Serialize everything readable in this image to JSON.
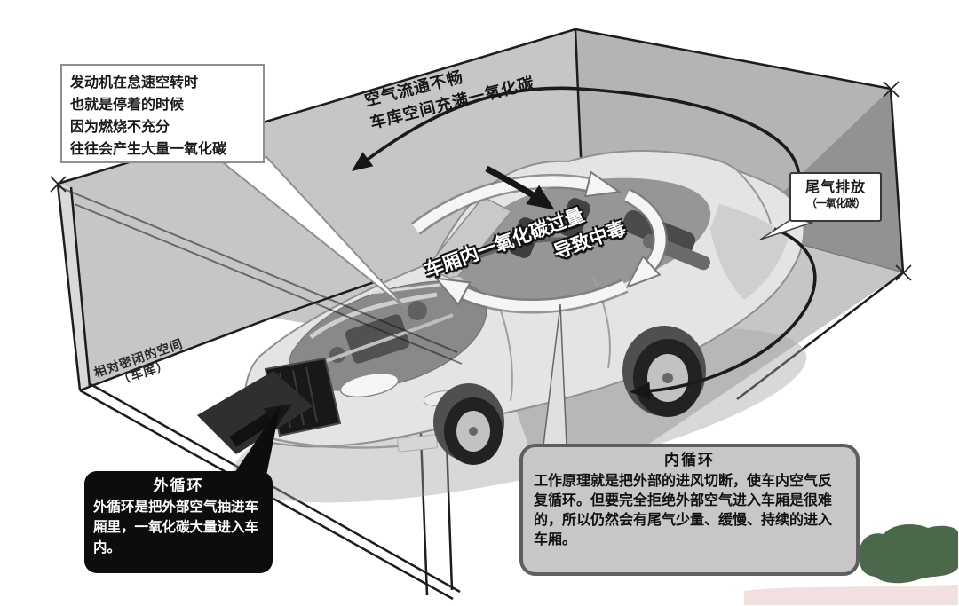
{
  "diagram": {
    "engine_note": {
      "line1": "发动机在怠速空转时",
      "line2": "也就是停着的时候",
      "line3": "因为燃烧不充分",
      "line4": "往往会产生大量一氧化碳"
    },
    "garage_air": {
      "line1": "空气流通不畅",
      "line2": "车库空间充满一氧化碳"
    },
    "exhaust": {
      "title": "尾气排放",
      "subtitle": "（一氧化碳）"
    },
    "cabin_warning": {
      "line1": "车厢内一氧化碳过量",
      "line2": "导致中毒"
    },
    "garage_space": {
      "line1": "相对密闭的空间",
      "line2": "（车库）"
    },
    "outer_loop": {
      "title": "外循环",
      "body": "外循环是把外部空气抽进车厢里，一氧化碳大量进入车内。"
    },
    "inner_loop": {
      "title": "内循环",
      "body": "工作原理就是把外部的进风切断，使车内空气反复循环。但要完全拒绝外部空气进入车厢是很难的，所以仍然会有尾气少量、缓慢、持续的进入车厢。"
    },
    "colors": {
      "wall": "#c6c6c6",
      "wall_right": "#b4b4b4",
      "wall_dark": "#929292",
      "line": "#1d1d1d",
      "callout_black": "#0d0d0d",
      "callout_gray": "#c7c7c7",
      "callout_border": "#5f5f5f",
      "box_border": "#8f8f8f",
      "text": "#1a1a1a",
      "watermark_green": "#4c684a",
      "watermark_pink": "#f0d9d9"
    }
  }
}
